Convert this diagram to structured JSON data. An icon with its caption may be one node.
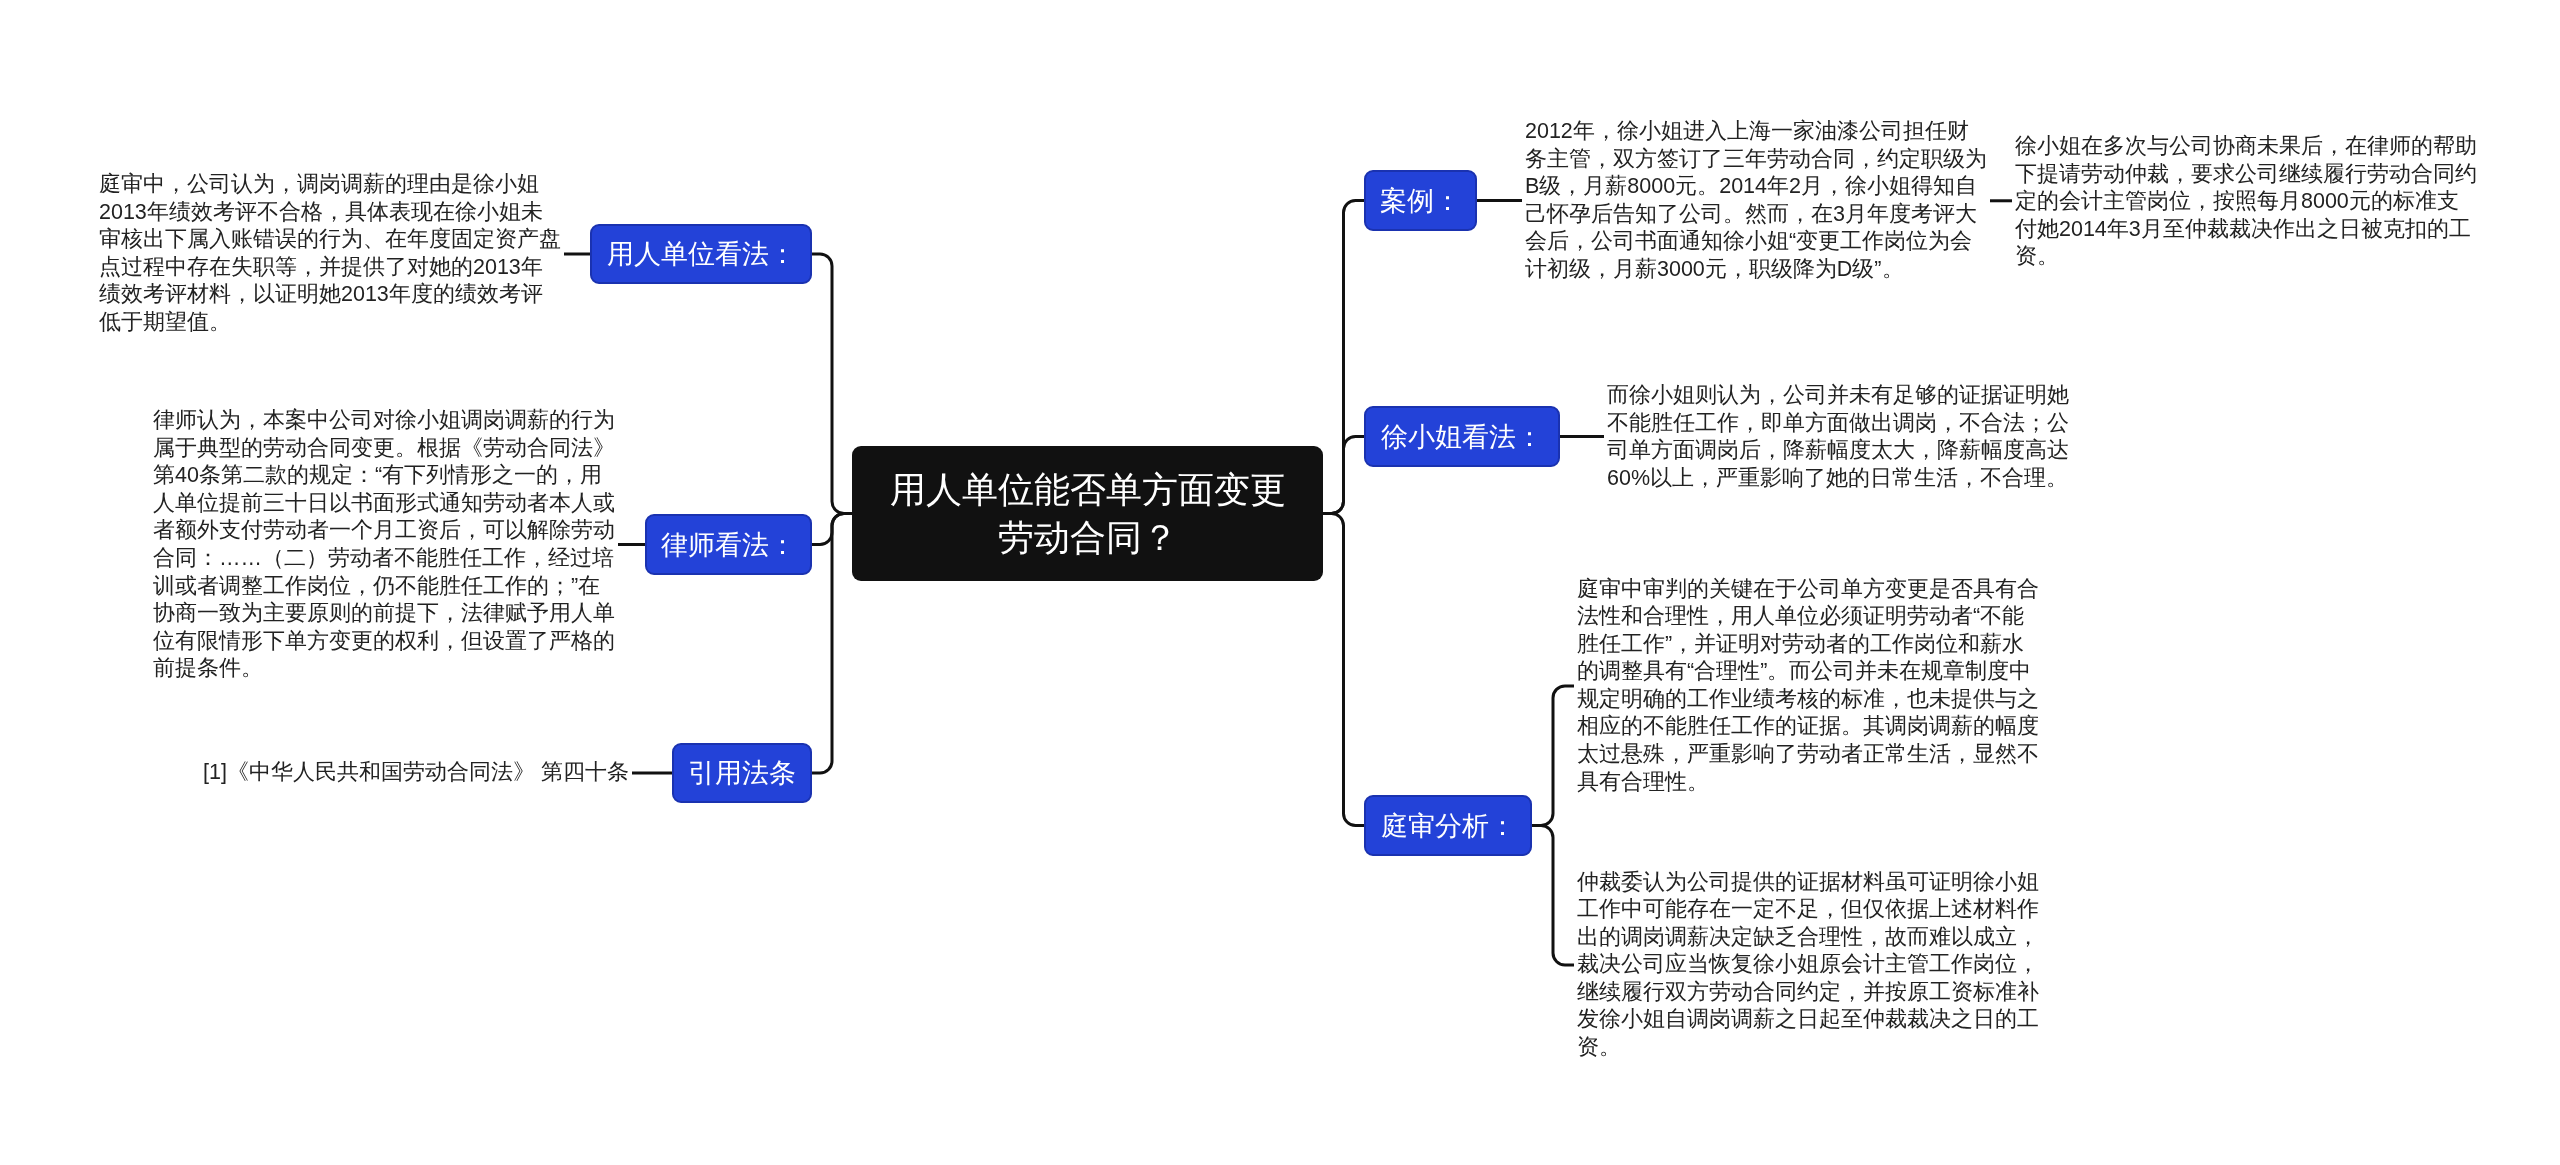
{
  "diagram": {
    "nodes": [
      {
        "text": [
          "用人单位能否单方面变更劳动合同？"
        ]
      },
      {
        "text": [
          "用人单位看法："
        ]
      },
      {
        "text": [
          "庭审中，公司认为，调岗调薪的理由是徐小姐2013年绩效考评不合格，具体表现在徐小姐未审核出下属入账错误的行为、在年度固定资产盘点过程中存在失职等，并提供了对她的2013年绩效考评材料，以证明她2013年度的绩效考评低于期望值。"
        ]
      },
      {
        "text": [
          "律师看法："
        ]
      },
      {
        "text": [
          "律师认为，本案中公司对徐小姐调岗调薪的行为属于典型的劳动合同变更。根据《劳动合同法》第40条第二款的规定：“有下列情形之一的，用人单位提前三十日以书面形式通知劳动者本人或者额外支付劳动者一个月工资后，可以解除劳动合同：……（二）劳动者不能胜任工作，经过培训或者调整工作岗位，仍不能胜任工作的；”在协商一致为主要原则的前提下，法律赋予用人单位有限情形下单方变更的权利，但设置了严格的前提条件。"
        ]
      },
      {
        "text": [
          "引用法条"
        ]
      },
      {
        "text": [
          "[1]《中华人民共和国劳动合同法》 第四十条"
        ]
      },
      {
        "text": [
          "案例："
        ]
      },
      {
        "text": [
          "2012年，徐小姐进入上海一家油漆公司担任财务主管，双方签订了三年劳动合同，约定职级为B级，月薪8000元。2014年2月，徐小姐得知自己怀孕后告知了公司。然而，在3月年度考评大会后，公司书面通知徐小姐“变更工作岗位为会计初级，月薪3000元，职级降为D级”。"
        ]
      },
      {
        "text": [
          "徐小姐在多次与公司协商未果后，在律师的帮助下提请劳动仲裁，要求公司继续履行劳动合同约定的会计主管岗位，按照每月8000元的标准支付她2014年3月至仲裁裁决作出之日被克扣的工资。"
        ]
      },
      {
        "text": [
          "徐小姐看法："
        ]
      },
      {
        "text": [
          "而徐小姐则认为，公司并未有足够的证据证明她不能胜任工作，即单方面做出调岗，不合法；公司单方面调岗后，降薪幅度太大，降薪幅度高达60%以上，严重影响了她的日常生活，不合理。"
        ]
      },
      {
        "text": [
          "庭审分析："
        ]
      },
      {
        "text": [
          "庭审中审判的关键在于公司单方变更是否具有合法性和合理性，用人单位必须证明劳动者“不能胜任工作”，并证明对劳动者的工作岗位和薪水的调整具有“合理性”。而公司并未在规章制度中规定明确的工作业绩考核的标准，也未提供与之相应的不能胜任工作的证据。其调岗调薪的幅度太过悬殊，严重影响了劳动者正常生活，显然不具有合理性。"
        ]
      },
      {
        "text": [
          "仲裁委认为公司提供的证据材料虽可证明徐小姐工作中可能存在一定不足，但仅依据上述材料作出的调岗调薪决定缺乏合理性，故而难以成立，裁决公司应当恢复徐小姐原会计主管工作岗位，继续履行双方劳动合同约定，并按原工资标准补发徐小姐自调岗调薪之日起至仲裁裁决之日的工资。"
        ]
      }
    ],
    "edges": [
      {
        "from": 0,
        "to": 1,
        "arrow": "none"
      },
      {
        "from": 1,
        "to": 2,
        "arrow": "none"
      },
      {
        "from": 0,
        "to": 3,
        "arrow": "none"
      },
      {
        "from": 3,
        "to": 4,
        "arrow": "none"
      },
      {
        "from": 0,
        "to": 5,
        "arrow": "none"
      },
      {
        "from": 5,
        "to": 6,
        "arrow": "none"
      },
      {
        "from": 0,
        "to": 7,
        "arrow": "none"
      },
      {
        "from": 7,
        "to": 8,
        "arrow": "none"
      },
      {
        "from": 8,
        "to": 9,
        "arrow": "none"
      },
      {
        "from": 0,
        "to": 10,
        "arrow": "none"
      },
      {
        "from": 10,
        "to": 11,
        "arrow": "none"
      },
      {
        "from": 0,
        "to": 12,
        "arrow": "none"
      },
      {
        "from": 12,
        "to": 13,
        "arrow": "none"
      },
      {
        "from": 12,
        "to": 14,
        "arrow": "none"
      }
    ]
  }
}
